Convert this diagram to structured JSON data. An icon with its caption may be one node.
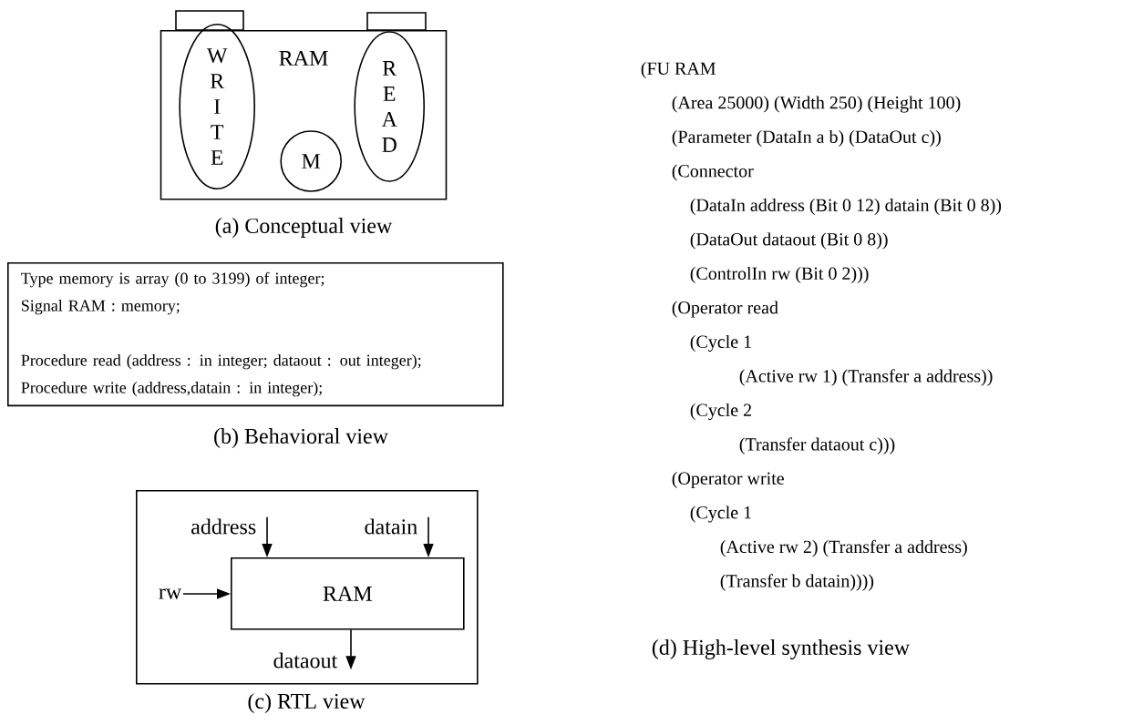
{
  "diagram": {
    "nodes": [
      {
        "text": [
          "RAM"
        ],
        "beside": [
          "(a) Conceptual view"
        ]
      },
      {
        "text": [
          "WRITE"
        ],
        "in": 0
      },
      {
        "text": [
          "READ"
        ],
        "in": 0
      },
      {
        "text": [
          "M"
        ],
        "in": 0
      },
      {
        "text": [
          "Type memory is array (0 to 3199) of integer;",
          "Signal RAM : memory;",
          "Procedure read (address : in integer; dataout : out integer);",
          "Procedure write (address,datain : in integer);"
        ],
        "beside": [
          "(b) Behavioral view"
        ]
      },
      {
        "text": [],
        "shape": "box",
        "beside": [
          "(c) RTL view"
        ]
      },
      {
        "text": [
          "RAM"
        ],
        "in": 5
      },
      {
        "text": [
          "address"
        ],
        "in": 5
      },
      {
        "text": [
          "datain"
        ],
        "in": 5
      },
      {
        "text": [
          "rw"
        ],
        "in": 5
      },
      {
        "text": [
          "dataout"
        ],
        "in": 5
      }
    ],
    "edges": [
      {
        "from": 7,
        "to": 6,
        "arrow": "to"
      },
      {
        "from": 8,
        "to": 6,
        "arrow": "to"
      },
      {
        "from": 9,
        "to": 6,
        "arrow": "to"
      },
      {
        "from": 6,
        "to": 10,
        "arrow": "to"
      }
    ],
    "labels": [
      "(FU RAM",
      "(Area 25000) (Width 250) (Height 100)",
      "(Parameter (DataIn a b) (DataOut c))",
      "(Connector",
      "(DataIn address (Bit 0 12) datain (Bit 0 8))",
      "(DataOut dataout (Bit 0 8))",
      "(ControlIn rw (Bit 0 2)))",
      "(Operator read",
      "(Cycle 1",
      "(Active rw 1) (Transfer a address))",
      "(Cycle 2",
      "(Transfer dataout c)))",
      "(Operator write",
      "(Cycle 1",
      "(Active rw 2) (Transfer a address)",
      "(Transfer b datain))))",
      "(d) High-level synthesis view"
    ]
  }
}
